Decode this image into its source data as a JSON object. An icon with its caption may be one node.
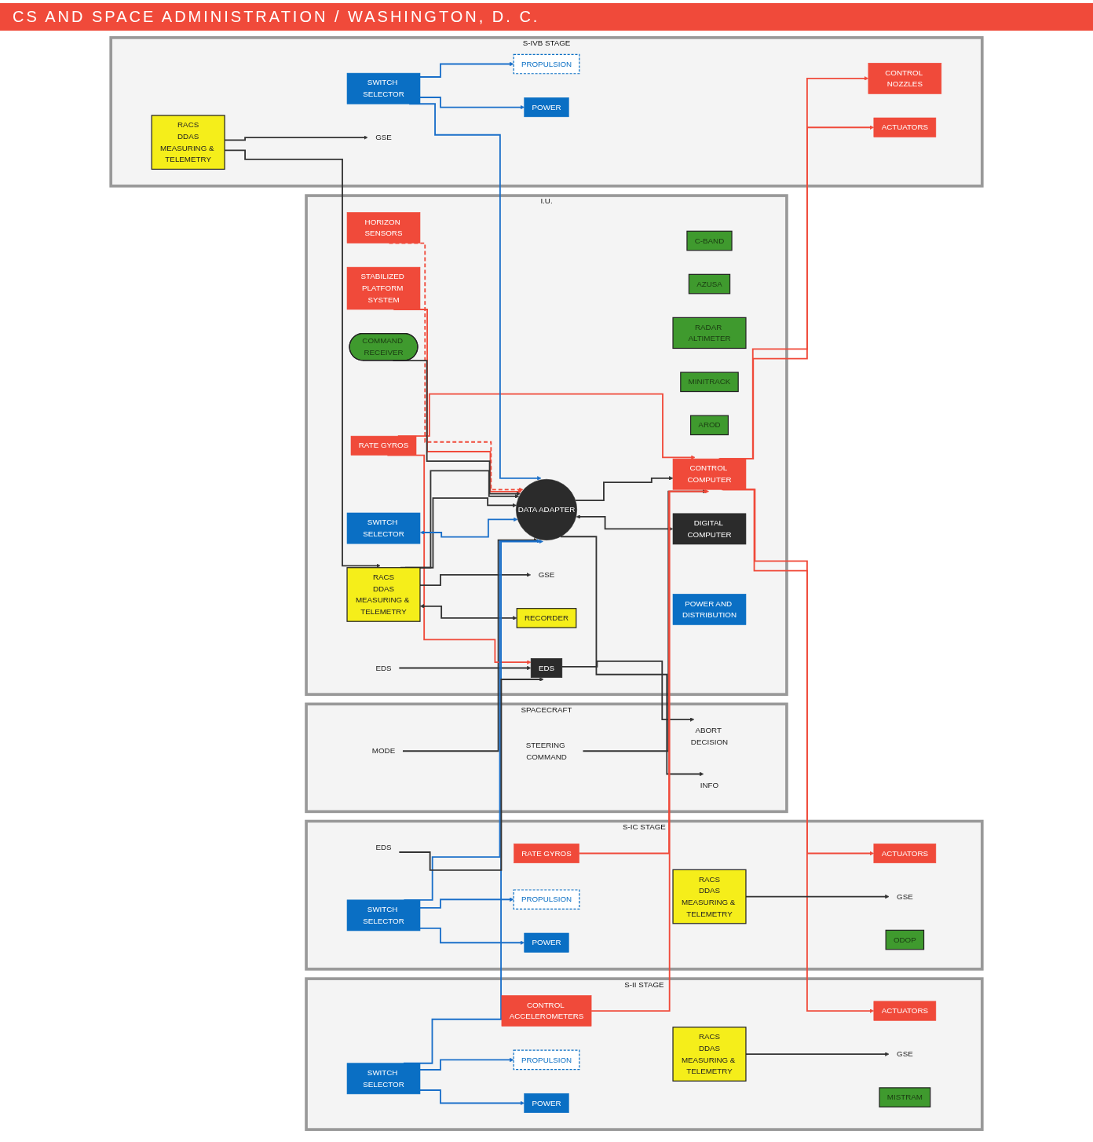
{
  "diagram": {
    "nodes": [
      {
        "text": [
          "SPACECRAFT"
        ]
      },
      {
        "text": [
          "ABORT DECISION"
        ],
        "in": 0
      },
      {
        "text": [
          "STEERING COMMAND"
        ],
        "in": 0
      },
      {
        "text": [
          "MODE"
        ],
        "in": 0
      },
      {
        "text": [
          "INFO"
        ],
        "in": 0
      },
      {
        "text": [
          "I.U."
        ]
      },
      {
        "text": [
          "EDS"
        ],
        "in": 5
      },
      {
        "text": [
          "RATE GYROS"
        ],
        "in": 5
      },
      {
        "text": [
          "EDS"
        ],
        "in": 5
      },
      {
        "text": [
          "C-BAND"
        ],
        "in": 5
      },
      {
        "text": [
          "AZUSA"
        ],
        "in": 5
      },
      {
        "text": [
          "RADAR ALTIMETER"
        ],
        "in": 5
      },
      {
        "text": [
          "MINITRACK"
        ],
        "in": 5
      },
      {
        "text": [
          "AROD"
        ],
        "in": 5
      },
      {
        "text": [
          "HORIZON SENSORS"
        ],
        "in": 5
      },
      {
        "text": [
          "STABILIZED PLATFORM SYSTEM"
        ],
        "in": 5
      },
      {
        "text": [
          "CONTROL COMPUTER"
        ],
        "in": 5
      },
      {
        "text": [
          "DATA ADAPTER"
        ],
        "in": 5
      },
      {
        "text": [
          "DIGITAL COMPUTER"
        ],
        "in": 5
      },
      {
        "text": [
          "COMMAND RECEIVER"
        ],
        "in": 5
      },
      {
        "text": [
          "GSE"
        ],
        "in": 5
      },
      {
        "text": [
          "POWER AND DISTRIBUTION"
        ],
        "in": 5
      },
      {
        "text": [
          "SWITCH SELECTOR"
        ],
        "in": 5
      },
      {
        "text": [
          "RACS",
          "DDAS",
          "MEASURING & TELEMETRY"
        ],
        "in": 5
      },
      {
        "text": [
          "RECORDER"
        ],
        "in": 5
      },
      {
        "text": [
          "S-IVB STAGE"
        ]
      },
      {
        "text": [
          "CONTROL NOZZLES"
        ],
        "in": 25
      },
      {
        "text": [
          "ACTUATORS"
        ],
        "in": 25
      },
      {
        "text": [
          "SWITCH SELECTOR"
        ],
        "in": 25
      },
      {
        "text": [
          "PROPULSION"
        ],
        "in": 25
      },
      {
        "text": [
          "POWER"
        ],
        "in": 25
      },
      {
        "text": [
          "RACS",
          "DDAS",
          "MEASURING & TELEMETRY"
        ],
        "in": 25
      },
      {
        "text": [
          "GSE"
        ],
        "in": 25
      },
      {
        "text": [
          "S-II STAGE"
        ]
      },
      {
        "text": [
          "CONTROL ACCELEROMETERS"
        ],
        "in": 33
      },
      {
        "text": [
          "ACTUATORS"
        ],
        "in": 33
      },
      {
        "text": [
          "SWITCH SELECTOR"
        ],
        "in": 33
      },
      {
        "text": [
          "PROPULSION"
        ],
        "in": 33
      },
      {
        "text": [
          "POWER"
        ],
        "in": 33
      },
      {
        "text": [
          "RACS",
          "DDAS",
          "MEASURING & TELEMETRY"
        ],
        "in": 33
      },
      {
        "text": [
          "GSE"
        ],
        "in": 33
      },
      {
        "text": [
          "MISTRAM"
        ],
        "in": 33
      },
      {
        "text": [
          "S-IC STAGE"
        ]
      },
      {
        "text": [
          "RATE GYROS"
        ],
        "in": 42
      },
      {
        "text": [
          "ACTUATORS"
        ],
        "in": 42
      },
      {
        "text": [
          "SWITCH SELECTOR"
        ],
        "in": 42
      },
      {
        "text": [
          "PROPULSION"
        ],
        "in": 42
      },
      {
        "text": [
          "POWER"
        ],
        "in": 42
      },
      {
        "text": [
          "RACS",
          "DDAS",
          "MEASURING & TELEMETRY"
        ],
        "in": 42
      },
      {
        "text": [
          "GSE"
        ],
        "in": 42
      },
      {
        "text": [
          "ODOP"
        ],
        "in": 42
      },
      {
        "text": [
          "EDS"
        ],
        "in": 42
      }
    ],
    "edges": [
      {
        "from": 6,
        "to": 1,
        "arrow": "to"
      },
      {
        "from": 2,
        "to": 16,
        "arrow": "to"
      },
      {
        "from": 3,
        "to": 17,
        "arrow": "to"
      },
      {
        "from": 17,
        "to": 4,
        "arrow": "to"
      },
      {
        "from": 7,
        "to": 6,
        "arrow": "to",
        "color": "#f04a3a"
      },
      {
        "from": 7,
        "to": 16,
        "arrow": "to",
        "color": "#f04a3a"
      },
      {
        "from": 8,
        "to": 6,
        "arrow": "to"
      },
      {
        "from": 14,
        "to": 17,
        "arrow": "to",
        "style": "dashed",
        "color": "#f04a3a"
      },
      {
        "from": 15,
        "to": 17,
        "arrow": "to",
        "color": "#f04a3a"
      },
      {
        "from": 17,
        "to": 16,
        "arrow": "to"
      },
      {
        "from": 17,
        "to": 18,
        "arrow": "both"
      },
      {
        "from": 19,
        "to": 17,
        "arrow": "to"
      },
      {
        "from": 23,
        "to": 17,
        "arrow": "to"
      },
      {
        "from": 23,
        "to": 17,
        "arrow": "to"
      },
      {
        "from": 23,
        "to": 20,
        "arrow": "to"
      },
      {
        "from": 22,
        "to": 17,
        "arrow": "both",
        "color": "#1a6fc9"
      },
      {
        "from": 23,
        "to": 24,
        "arrow": "both"
      },
      {
        "from": 16,
        "to": 26,
        "arrow": "to",
        "color": "#f04a3a"
      },
      {
        "from": 16,
        "to": 27,
        "arrow": "to",
        "color": "#f04a3a"
      },
      {
        "from": 28,
        "to": 17,
        "arrow": "to",
        "color": "#1a6fc9"
      },
      {
        "from": 28,
        "to": 29,
        "arrow": "to",
        "color": "#1a6fc9"
      },
      {
        "from": 28,
        "to": 30,
        "arrow": "to",
        "color": "#1a6fc9"
      },
      {
        "from": 31,
        "to": 23,
        "arrow": "to"
      },
      {
        "from": 31,
        "to": 32,
        "arrow": "to"
      },
      {
        "from": 34,
        "to": 16,
        "arrow": "to",
        "color": "#f04a3a"
      },
      {
        "from": 16,
        "to": 35,
        "arrow": "to",
        "color": "#f04a3a"
      },
      {
        "from": 36,
        "to": 17,
        "arrow": "to",
        "color": "#1a6fc9"
      },
      {
        "from": 36,
        "to": 37,
        "arrow": "to",
        "color": "#1a6fc9"
      },
      {
        "from": 36,
        "to": 38,
        "arrow": "to",
        "color": "#1a6fc9"
      },
      {
        "from": 39,
        "to": 40,
        "arrow": "to"
      },
      {
        "from": 43,
        "to": 16,
        "arrow": "to",
        "color": "#f04a3a"
      },
      {
        "from": 16,
        "to": 44,
        "arrow": "to",
        "color": "#f04a3a"
      },
      {
        "from": 45,
        "to": 17,
        "arrow": "to",
        "color": "#1a6fc9"
      },
      {
        "from": 45,
        "to": 46,
        "arrow": "to",
        "color": "#1a6fc9"
      },
      {
        "from": 45,
        "to": 47,
        "arrow": "to",
        "color": "#1a6fc9"
      },
      {
        "from": 48,
        "to": 49,
        "arrow": "to"
      },
      {
        "from": 51,
        "to": 6,
        "arrow": "to"
      }
    ],
    "labels": [
      "CS AND SPACE ADMINISTRATION / WASHINGTON, D. C."
    ]
  }
}
